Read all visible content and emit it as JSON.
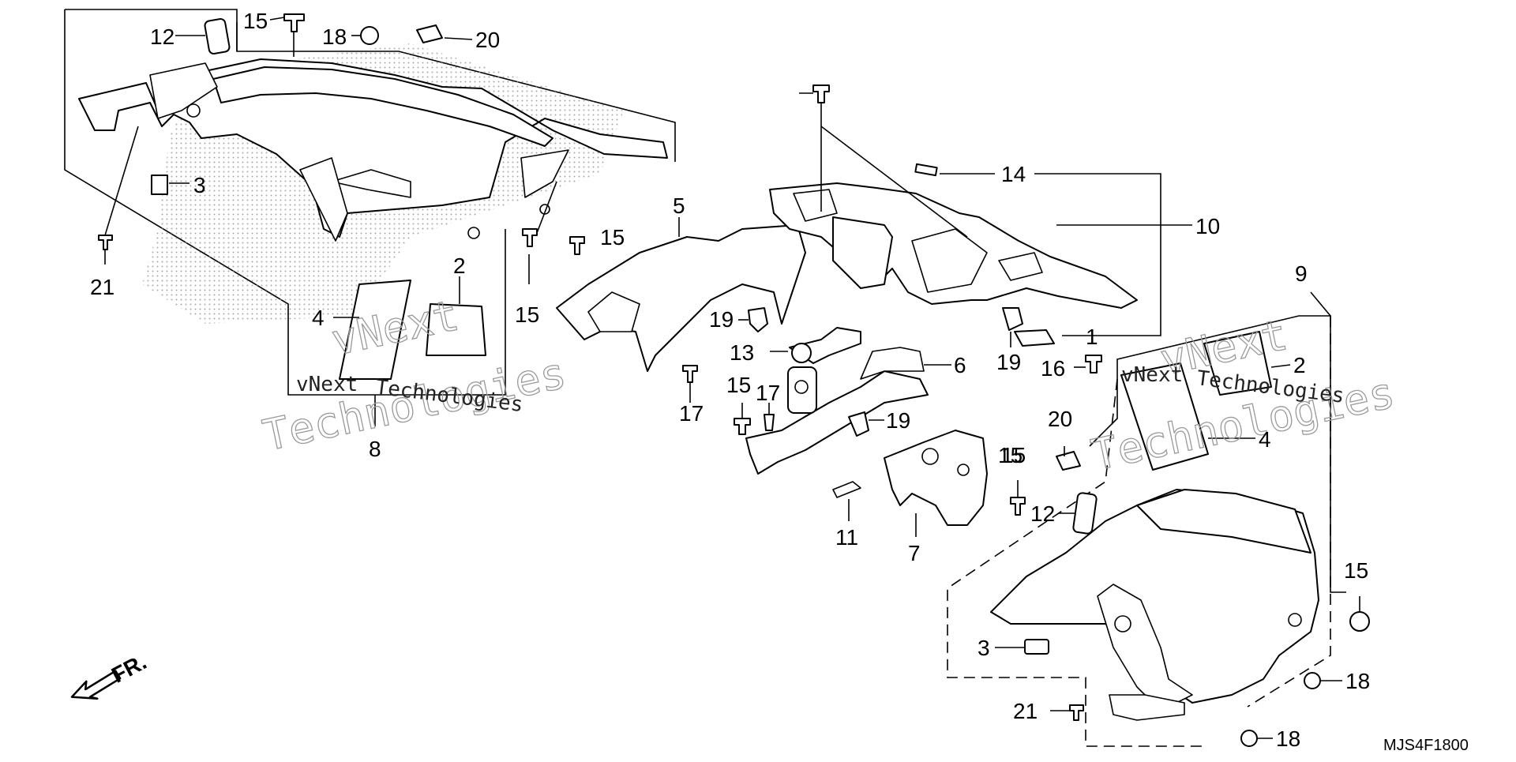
{
  "diagram_code": "MJS4F1800",
  "front_arrow_label": "FR.",
  "watermarks": [
    {
      "line1": "vNext",
      "line2": "Technologies"
    },
    {
      "line1": "vNext",
      "line2": "Technologies"
    },
    {
      "line1": "vNext",
      "line2": "Technologies"
    },
    {
      "line1": "vNext",
      "line2": "Technologies"
    }
  ],
  "callouts": [
    {
      "id": "c-12a",
      "text": "12"
    },
    {
      "id": "c-15a",
      "text": "15"
    },
    {
      "id": "c-18a",
      "text": "18"
    },
    {
      "id": "c-20a",
      "text": "20"
    },
    {
      "id": "c-3a",
      "text": "3"
    },
    {
      "id": "c-21a",
      "text": "21"
    },
    {
      "id": "c-2a",
      "text": "2"
    },
    {
      "id": "c-4a",
      "text": "4"
    },
    {
      "id": "c-15b",
      "text": "15"
    },
    {
      "id": "c-15c",
      "text": "15"
    },
    {
      "id": "c-8",
      "text": "8"
    },
    {
      "id": "c-5",
      "text": "5"
    },
    {
      "id": "c-19a",
      "text": "19"
    },
    {
      "id": "c-13",
      "text": "13"
    },
    {
      "id": "c-17a",
      "text": "17"
    },
    {
      "id": "c-15d",
      "text": "15"
    },
    {
      "id": "c-17b",
      "text": "17"
    },
    {
      "id": "c-6",
      "text": "6"
    },
    {
      "id": "c-19b",
      "text": "19"
    },
    {
      "id": "c-11",
      "text": "11"
    },
    {
      "id": "c-7",
      "text": "7"
    },
    {
      "id": "c-15e",
      "text": "15"
    },
    {
      "id": "c-14",
      "text": "14"
    },
    {
      "id": "c-10",
      "text": "10"
    },
    {
      "id": "c-1",
      "text": "1"
    },
    {
      "id": "c-19c",
      "text": "19"
    },
    {
      "id": "c-16",
      "text": "16"
    },
    {
      "id": "c-9",
      "text": "9"
    },
    {
      "id": "c-2b",
      "text": "2"
    },
    {
      "id": "c-4b",
      "text": "4"
    },
    {
      "id": "c-20b",
      "text": "20"
    },
    {
      "id": "c-15f",
      "text": "15"
    },
    {
      "id": "c-12b",
      "text": "12"
    },
    {
      "id": "c-15g",
      "text": "15"
    },
    {
      "id": "c-3b",
      "text": "3"
    },
    {
      "id": "c-18b",
      "text": "18"
    },
    {
      "id": "c-21b",
      "text": "21"
    },
    {
      "id": "c-18c",
      "text": "18"
    }
  ]
}
